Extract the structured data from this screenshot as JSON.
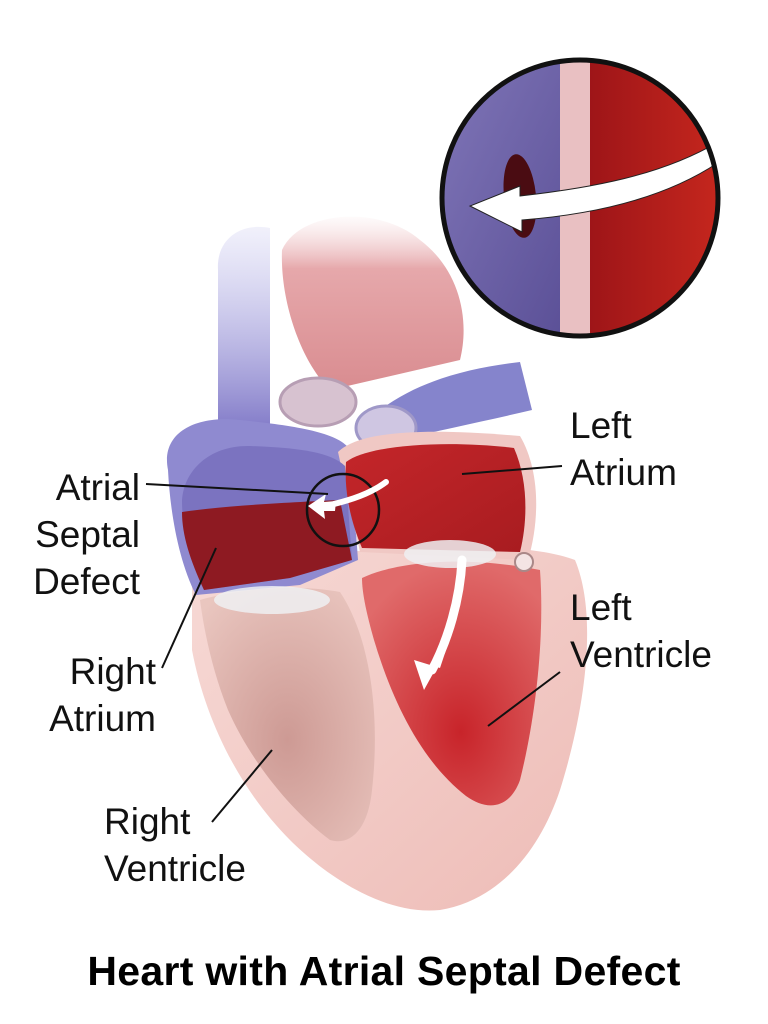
{
  "title": "Heart with Atrial Septal Defect",
  "labels": {
    "atrial_septal_defect": [
      "Atrial",
      "Septal",
      "Defect"
    ],
    "right_atrium": [
      "Right",
      "Atrium"
    ],
    "right_ventricle": [
      "Right",
      "Ventricle"
    ],
    "left_atrium": [
      "Left",
      "Atrium"
    ],
    "left_ventricle": [
      "Left",
      "Ventricle"
    ]
  },
  "colors": {
    "deoxygenated_blue": "#6e62a6",
    "oxygenated_red": "#b51f22",
    "muscle_pink": "#f1c8c2",
    "arrow_white": "#ffffff",
    "leader_line": "#111111"
  }
}
